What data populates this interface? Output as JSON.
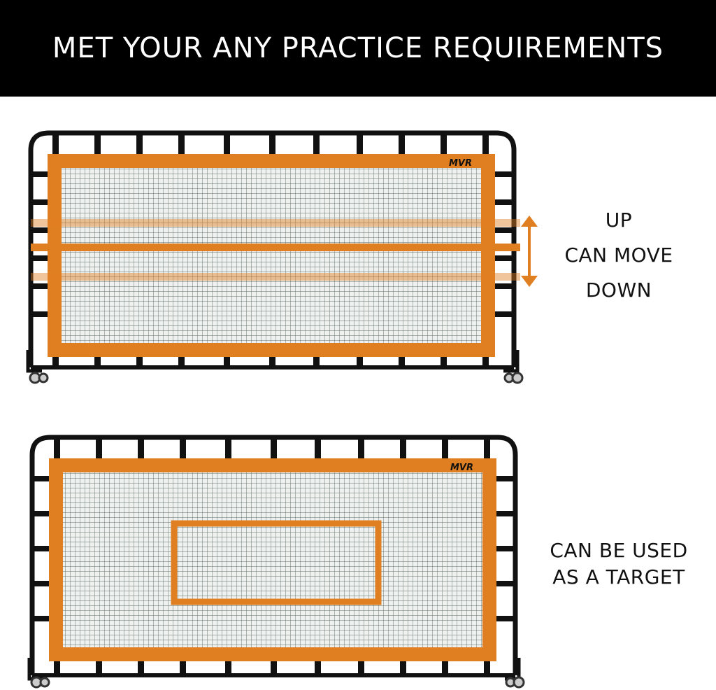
{
  "header": {
    "title": "MET YOUR ANY PRACTICE REQUIREMENTS"
  },
  "top_panel": {
    "brand": "MVR",
    "caption_line1": "UP",
    "caption_line2": "CAN MOVE",
    "caption_line3": "DOWN"
  },
  "bottom_panel": {
    "brand": "MVR",
    "caption_line1": "CAN BE USED",
    "caption_line2": "AS A TARGET"
  },
  "colors": {
    "orange": "#e07f22",
    "frame": "#111111",
    "net": "#e8ece9",
    "header_bg": "#000000"
  },
  "icons": {
    "move_arrow": "double-vertical-arrow-icon"
  }
}
